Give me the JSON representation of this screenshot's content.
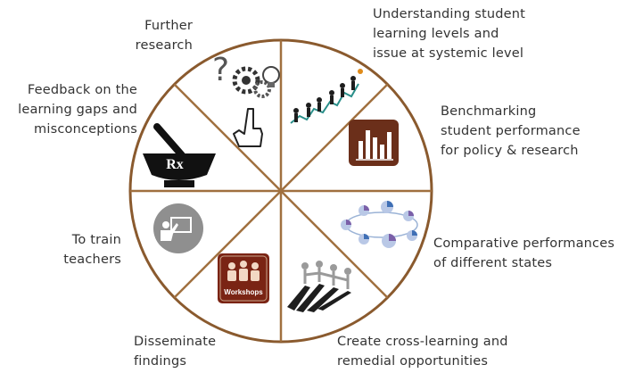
{
  "labels": {
    "further_research": "Further\nresearch",
    "understanding": "Understanding student\nlearning levels and\nissue at systemic level",
    "benchmarking": "Benchmarking\nstudent performance\nfor policy & research",
    "comparative": "Comparative performances\nof different states",
    "cross_learning": "Create cross-learning and\nremedial opportunities",
    "disseminate": "Disseminate\nfindings",
    "train_teachers": "To train\nteachers",
    "feedback": "Feedback on the\nlearning gaps and\nmisconceptions"
  },
  "icons": {
    "rx_symbol": "Rx",
    "workshop_text": "Workshops"
  },
  "colors": {
    "wheel_border": "#8a5a2e",
    "spoke": "#a0703f",
    "chart_tile": "#6b2f1a",
    "workshop_tile": "#7a2414",
    "teacher_circle": "#8f8f8f"
  }
}
